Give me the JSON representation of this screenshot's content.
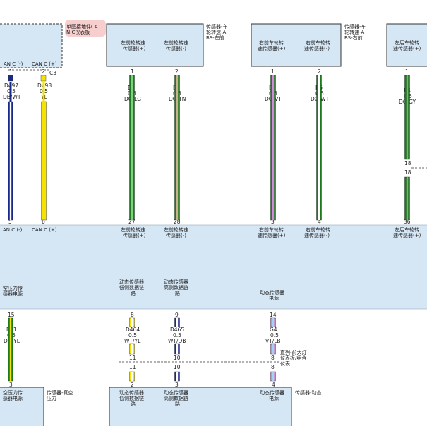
{
  "boxes": {
    "can_module": {
      "ref_label_lines": [
        "单图接地件CA",
        "N C仪表板"
      ],
      "pin_labels": [
        "AN C (-)",
        "CAN C (+)"
      ],
      "connector": "C3"
    },
    "sensor_fl": {
      "side_label_lines": [
        "传感器-车",
        "轮转速-A",
        "BS-左前"
      ],
      "pin_labels": [
        [
          "左前轮转速",
          "传感器(+)"
        ],
        [
          "左前轮转速",
          "传感器(-)"
        ]
      ]
    },
    "sensor_fr": {
      "side_label_lines": [
        "传感器-车",
        "轮转速-A",
        "BS-右前"
      ],
      "pin_labels": [
        [
          "右前车轮转",
          "速传感器(+)"
        ],
        [
          "右前车轮转",
          "速传感器(-)"
        ]
      ]
    },
    "sensor_rl": {
      "pin_labels": [
        [
          "左后车轮转",
          "速传感器(+)"
        ]
      ]
    },
    "bottom_left": {
      "pin_labels": [
        "空压力传",
        "感器电源"
      ],
      "side_label_lines": [
        "传感器-真空",
        "压力"
      ]
    },
    "bottom_mid": {
      "pin_labels": [
        [
          "动态传感器",
          "低侧数据链",
          "路"
        ],
        [
          "动态传感器",
          "高侧数据链",
          "路"
        ],
        [
          "动态传感器",
          "电源"
        ]
      ],
      "side_label": "传感器-动态"
    }
  },
  "band": {
    "top_labels": {
      "can_minus": "AN C (-)",
      "can_plus": "CAN C (+)",
      "fl_plus": [
        "左前轮转速",
        "传感器(+)"
      ],
      "fl_minus": [
        "左前轮转速",
        "传感器(-)"
      ],
      "fr_plus": [
        "右前车轮转",
        "速传感器(+)"
      ],
      "fr_minus": [
        "右前车轮转",
        "速传感器(-)"
      ],
      "rl_plus": [
        "左后车轮转",
        "速传感器(+)"
      ]
    },
    "mid_labels": {
      "vac": [
        "空压力传",
        "感器电源"
      ],
      "dyn_low": [
        "动态传感器",
        "低侧数据链",
        "路"
      ],
      "dyn_high": [
        "动态传感器",
        "高侧数据链",
        "路"
      ],
      "dyn_pwr": [
        "动态传感器",
        "电源"
      ]
    }
  },
  "splice_label_lines": [
    "直列-前大灯",
    "仪表板/组合",
    "仪表"
  ],
  "wires": [
    {
      "id": "D497",
      "gauge": "0.5",
      "color": "DB/WT",
      "top_pin": "1",
      "bottom_pin": "5",
      "stripe": [
        "#1a2a8a",
        "#ffffff"
      ]
    },
    {
      "id": "D498",
      "gauge": "0.5",
      "color": "YL",
      "top_pin": "2",
      "bottom_pin": "6",
      "stripe": [
        "#f4e200",
        "#f4e200"
      ]
    },
    {
      "id": "B9",
      "gauge": "0.5",
      "color": "DG/LG",
      "top_pin": "1",
      "bottom_pin": "27",
      "stripe": [
        "#1e7a1e",
        "#7fd17f"
      ]
    },
    {
      "id": "B8",
      "gauge": "0.5",
      "color": "DG/TN",
      "top_pin": "2",
      "bottom_pin": "28",
      "stripe": [
        "#1e7a1e",
        "#c8b48a"
      ]
    },
    {
      "id": "B7",
      "gauge": "0.5",
      "color": "DG/VT",
      "top_pin": "1",
      "bottom_pin": "3",
      "stripe": [
        "#1e7a1e",
        "#d08ad8"
      ]
    },
    {
      "id": "B6",
      "gauge": "0.5",
      "color": "DG/WT",
      "top_pin": "2",
      "bottom_pin": "4",
      "stripe": [
        "#1e7a1e",
        "#ffffff"
      ]
    },
    {
      "id": "B4",
      "gauge": "0.5",
      "color": "DG/GY",
      "top_pin": "1",
      "bottom_pin": "36",
      "mid_pins": [
        "18",
        "18"
      ],
      "stripe": [
        "#1e7a1e",
        "#9a9a9a"
      ]
    },
    {
      "id": "B31",
      "gauge": "0.5",
      "color": "DG/YL",
      "top_pin": "15",
      "bottom_pin": "3",
      "stripe": [
        "#1e7a1e",
        "#f4e200"
      ]
    },
    {
      "id": "D464",
      "gauge": "0.5",
      "color": "WT/YL",
      "top_pin": "8",
      "splice_pins": [
        "11",
        "11"
      ],
      "bottom_pin": "2",
      "stripe": [
        "#f4e200",
        "#ffffff"
      ]
    },
    {
      "id": "D465",
      "gauge": "0.5",
      "color": "WT/DB",
      "top_pin": "9",
      "splice_pins": [
        "10",
        "10"
      ],
      "bottom_pin": "3",
      "stripe": [
        "#1a2a8a",
        "#ffffff"
      ]
    },
    {
      "id": "G4",
      "gauge": "0.5",
      "color": "VT/LB",
      "top_pin": "14",
      "splice_pins": [
        "8",
        "8"
      ],
      "bottom_pin": "4",
      "stripe": [
        "#d08ad8",
        "#a6d0f0"
      ]
    }
  ]
}
